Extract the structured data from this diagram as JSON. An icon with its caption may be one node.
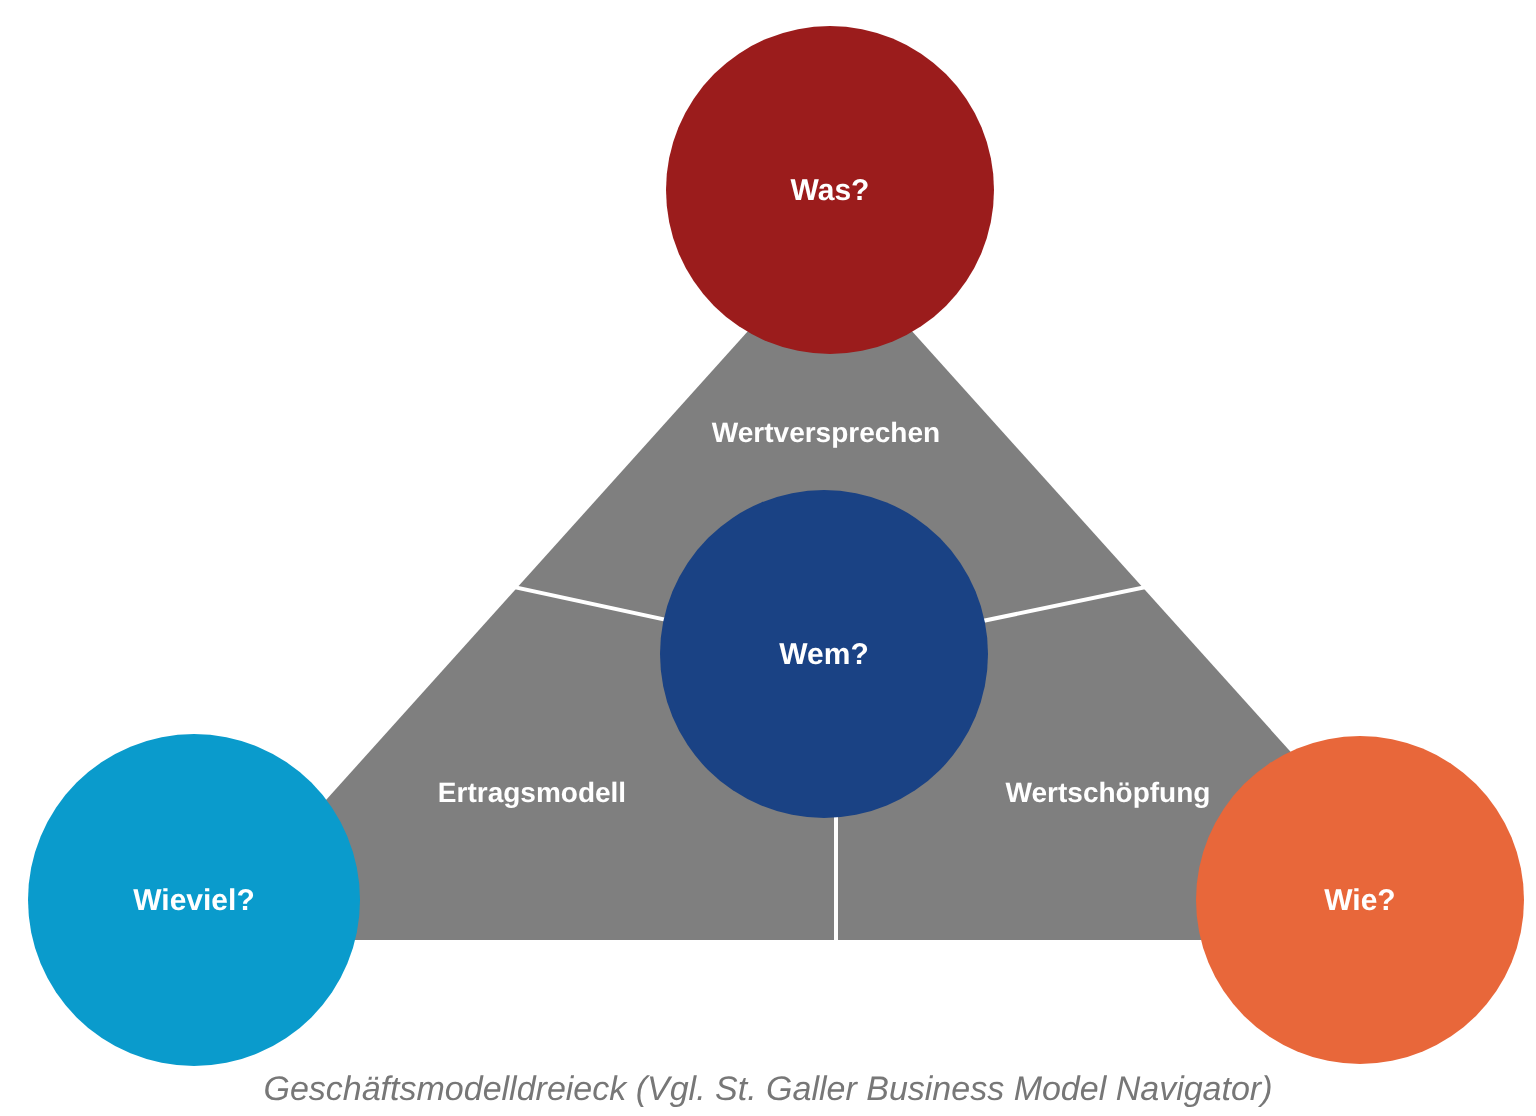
{
  "diagram": {
    "caption": "Geschäftsmodelldreieck (Vgl. St. Galler Business Model Navigator)",
    "nodes": [
      {
        "text": [
          "Was?"
        ]
      },
      {
        "text": [
          "Wem?"
        ]
      },
      {
        "text": [
          "Wieviel?"
        ]
      },
      {
        "text": [
          "Wie?"
        ]
      }
    ],
    "labels": [
      "Wertversprechen",
      "Ertragsmodell",
      "Wertschöpfung"
    ]
  }
}
